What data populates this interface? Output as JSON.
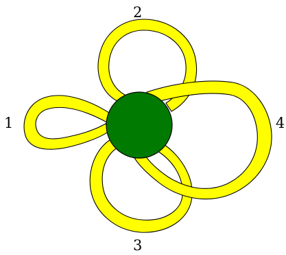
{
  "labels": {
    "petal_1": "1",
    "petal_2": "2",
    "petal_3": "3",
    "petal_4": "4"
  },
  "colors": {
    "band_fill": "#ffff00",
    "band_outline": "#000000",
    "hub_fill": "#007a00",
    "background": "#ffffff"
  }
}
